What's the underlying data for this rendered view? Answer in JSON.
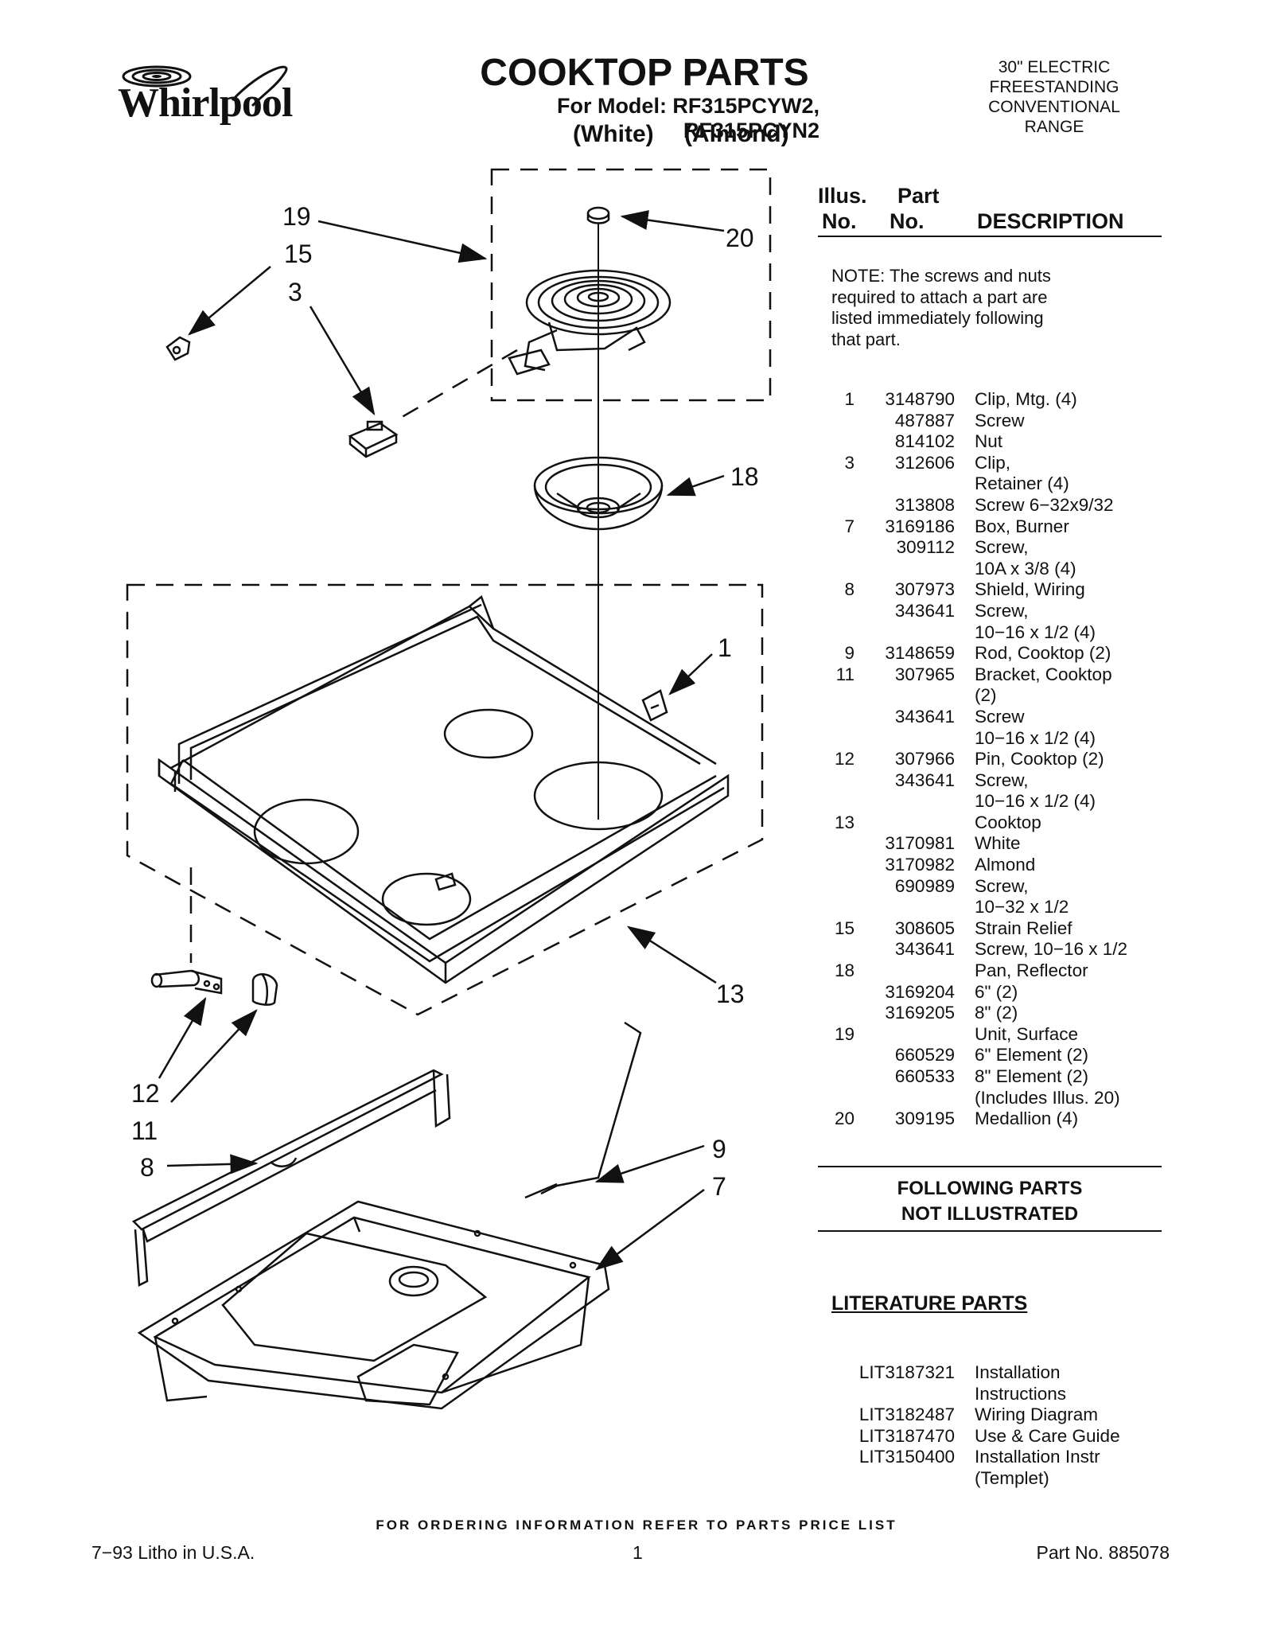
{
  "brand": "Whirlpool",
  "title": "COOKTOP PARTS",
  "model_line": "For Model: RF315PCYW2, RF315PCYN2",
  "model_colors": [
    "(White)",
    "(Almond)"
  ],
  "range_type": [
    "30\" ELECTRIC",
    "FREESTANDING",
    "CONVENTIONAL",
    "RANGE"
  ],
  "callouts": [
    "19",
    "15",
    "3",
    "20",
    "18",
    "1",
    "13",
    "12",
    "11",
    "8",
    "9",
    "7"
  ],
  "table_header": {
    "illus_line1": "Illus.",
    "illus_line2": "No.",
    "part_line1": "Part",
    "part_line2": "No.",
    "description": "DESCRIPTION"
  },
  "note": [
    "NOTE: The screws and nuts",
    "required to attach a part are",
    "listed immediately following",
    "that part."
  ],
  "parts": [
    {
      "illus": "1",
      "part": "3148790",
      "desc": "Clip, Mtg. (4)"
    },
    {
      "illus": "",
      "part": "487887",
      "desc": "Screw"
    },
    {
      "illus": "",
      "part": "814102",
      "desc": "Nut"
    },
    {
      "illus": "3",
      "part": "312606",
      "desc": "Clip,"
    },
    {
      "illus": "",
      "part": "",
      "desc": "Retainer (4)"
    },
    {
      "illus": "",
      "part": "313808",
      "desc": "Screw 6−32x9/32"
    },
    {
      "illus": "7",
      "part": "3169186",
      "desc": "Box, Burner"
    },
    {
      "illus": "",
      "part": "309112",
      "desc": "Screw,"
    },
    {
      "illus": "",
      "part": "",
      "desc": "10A x 3/8 (4)"
    },
    {
      "illus": "8",
      "part": "307973",
      "desc": "Shield, Wiring"
    },
    {
      "illus": "",
      "part": "343641",
      "desc": "Screw,"
    },
    {
      "illus": "",
      "part": "",
      "desc": "10−16 x 1/2 (4)"
    },
    {
      "illus": "9",
      "part": "3148659",
      "desc": "Rod, Cooktop (2)"
    },
    {
      "illus": "11",
      "part": "307965",
      "desc": "Bracket, Cooktop"
    },
    {
      "illus": "",
      "part": "",
      "desc": "(2)"
    },
    {
      "illus": "",
      "part": "343641",
      "desc": "Screw"
    },
    {
      "illus": "",
      "part": "",
      "desc": "10−16 x 1/2 (4)"
    },
    {
      "illus": "12",
      "part": "307966",
      "desc": "Pin, Cooktop (2)"
    },
    {
      "illus": "",
      "part": "343641",
      "desc": "Screw,"
    },
    {
      "illus": "",
      "part": "",
      "desc": "10−16 x 1/2 (4)"
    },
    {
      "illus": "13",
      "part": "",
      "desc": "Cooktop"
    },
    {
      "illus": "",
      "part": "3170981",
      "desc": "White"
    },
    {
      "illus": "",
      "part": "3170982",
      "desc": "Almond"
    },
    {
      "illus": "",
      "part": "690989",
      "desc": "Screw,"
    },
    {
      "illus": "",
      "part": "",
      "desc": "10−32 x 1/2"
    },
    {
      "illus": "15",
      "part": "308605",
      "desc": "Strain Relief"
    },
    {
      "illus": "",
      "part": "343641",
      "desc": "Screw, 10−16 x 1/2"
    },
    {
      "illus": "18",
      "part": "",
      "desc": "Pan, Reflector"
    },
    {
      "illus": "",
      "part": "3169204",
      "desc": "6\"  (2)"
    },
    {
      "illus": "",
      "part": "3169205",
      "desc": "8\"  (2)"
    },
    {
      "illus": "19",
      "part": "",
      "desc": "Unit, Surface"
    },
    {
      "illus": "",
      "part": "660529",
      "desc": "6\" Element (2)"
    },
    {
      "illus": "",
      "part": "660533",
      "desc": "8\" Element (2)"
    },
    {
      "illus": "",
      "part": "",
      "desc": "(Includes Illus. 20)"
    },
    {
      "illus": "20",
      "part": "309195",
      "desc": "Medallion (4)"
    }
  ],
  "following": [
    "FOLLOWING PARTS",
    "NOT ILLUSTRATED"
  ],
  "literature_title": "LITERATURE PARTS",
  "literature": [
    {
      "part": "LIT3187321",
      "desc": "Installation"
    },
    {
      "part": "",
      "desc": "Instructions"
    },
    {
      "part": "LIT3182487",
      "desc": "Wiring Diagram"
    },
    {
      "part": "LIT3187470",
      "desc": "Use & Care Guide"
    },
    {
      "part": "LIT3150400",
      "desc": "Installation Instr"
    },
    {
      "part": "",
      "desc": "(Templet)"
    }
  ],
  "ordering_info": "FOR ORDERING INFORMATION REFER TO PARTS PRICE LIST",
  "footer": {
    "left": "7−93 Litho in U.S.A.",
    "center": "1",
    "right": "Part No. 885078"
  }
}
